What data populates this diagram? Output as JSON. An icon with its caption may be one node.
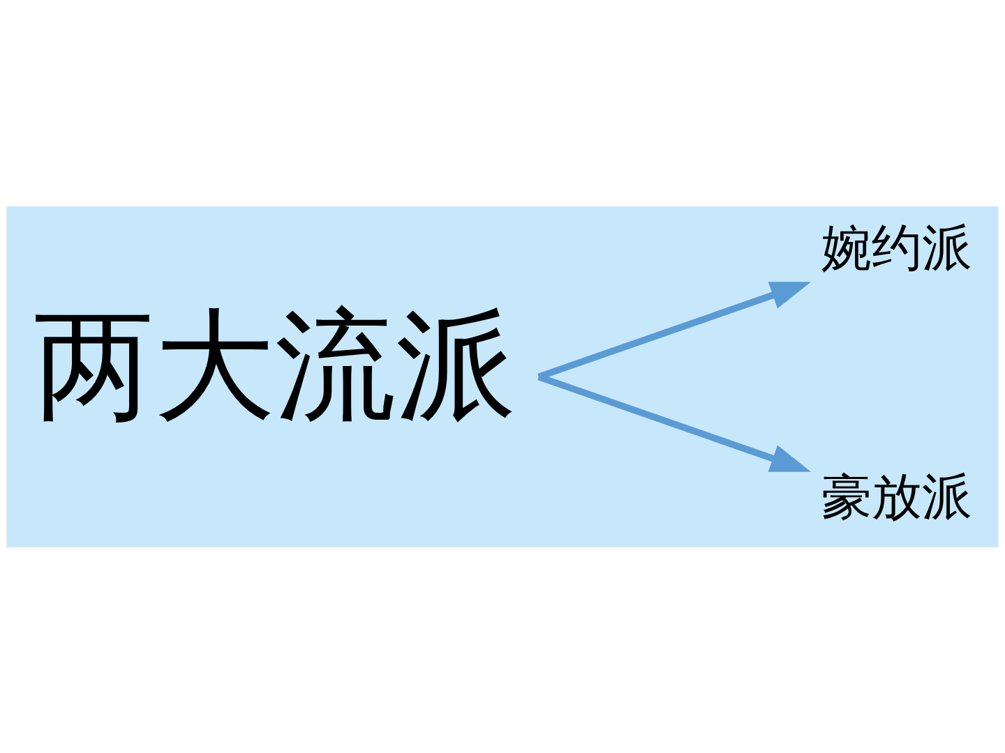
{
  "diagram": {
    "nodes": [
      {
        "text": [
          "两大流派"
        ]
      },
      {
        "text": [
          "婉约派"
        ]
      },
      {
        "text": [
          "豪放派"
        ]
      }
    ],
    "edges": [
      {
        "from": 0,
        "to": 1,
        "arrow": "to"
      },
      {
        "from": 0,
        "to": 2,
        "arrow": "to"
      }
    ]
  }
}
